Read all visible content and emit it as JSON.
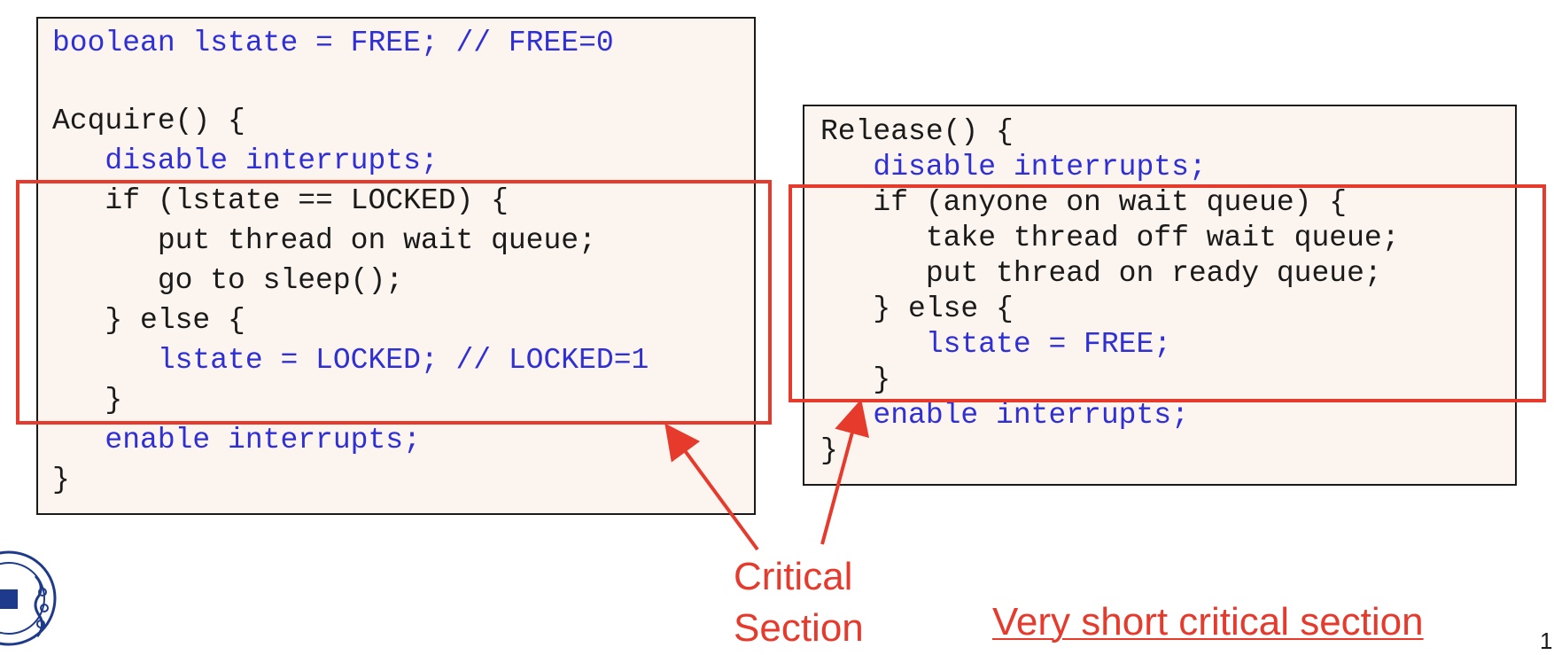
{
  "acquire_block": {
    "lines": [
      "boolean lstate = FREE; // FREE=0",
      "",
      "Acquire() {",
      "   disable interrupts;",
      "   if (lstate == LOCKED) {",
      "      put thread on wait queue;",
      "      go to sleep();",
      "   } else {",
      "      lstate = LOCKED; // LOCKED=1",
      "   }",
      "   enable interrupts;",
      "}"
    ]
  },
  "release_block": {
    "lines": [
      "Release() {",
      "   disable interrupts;",
      "   if (anyone on wait queue) {",
      "      take thread off wait queue;",
      "      put thread on ready queue;",
      "   } else {",
      "      lstate = FREE;",
      "   }",
      "   enable interrupts;",
      "}"
    ]
  },
  "labels": {
    "critical_line1": "Critical",
    "critical_line2": "Section",
    "short_note": "Very short critical section"
  },
  "page_number": "1",
  "colors": {
    "code_blue": "#2f2fd6",
    "code_black": "#1a1a1a",
    "highlight_red": "#e53a2c",
    "box_background": "#fcf4ee"
  }
}
